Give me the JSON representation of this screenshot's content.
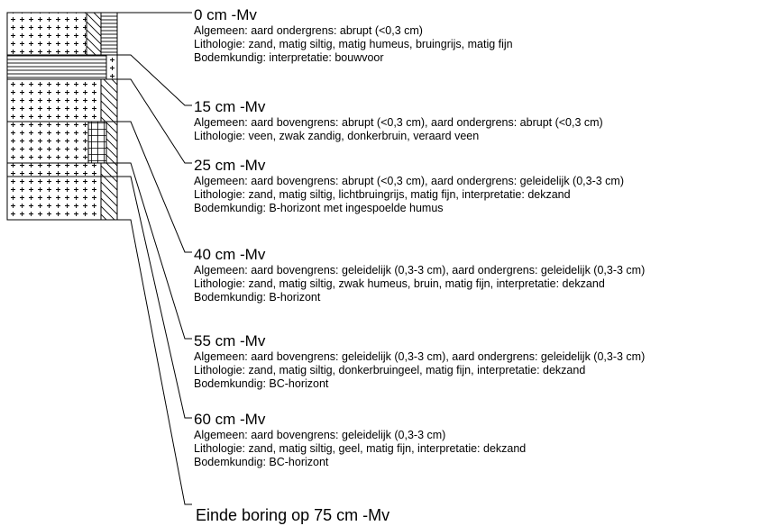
{
  "layers": [
    {
      "depth": "0 cm -Mv",
      "lines": [
        "Algemeen: aard ondergrens: abrupt (<0,3 cm)",
        "Lithologie: zand, matig siltig, matig humeus, bruingrijs, matig fijn",
        "Bodemkundig: interpretatie: bouwvoor"
      ]
    },
    {
      "depth": "15 cm -Mv",
      "lines": [
        "Algemeen: aard bovengrens: abrupt (<0,3 cm), aard ondergrens: abrupt (<0,3 cm)",
        "Lithologie: veen, zwak zandig, donkerbruin, veraard veen"
      ]
    },
    {
      "depth": "25 cm -Mv",
      "lines": [
        "Algemeen: aard bovengrens: abrupt (<0,3 cm), aard ondergrens: geleidelijk (0,3-3 cm)",
        "Lithologie: zand, matig siltig, lichtbruingrijs, matig fijn, interpretatie: dekzand",
        "Bodemkundig: B-horizont met ingespoelde humus"
      ]
    },
    {
      "depth": "40 cm -Mv",
      "lines": [
        "Algemeen: aard bovengrens: geleidelijk (0,3-3 cm), aard ondergrens: geleidelijk (0,3-3 cm)",
        "Lithologie: zand, matig siltig, zwak humeus, bruin, matig fijn, interpretatie: dekzand",
        "Bodemkundig: B-horizont"
      ]
    },
    {
      "depth": "55 cm -Mv",
      "lines": [
        "Algemeen: aard bovengrens: geleidelijk (0,3-3 cm), aard ondergrens: geleidelijk (0,3-3 cm)",
        "Lithologie: zand, matig siltig, donkerbruingeel, matig fijn, interpretatie: dekzand",
        "Bodemkundig: BC-horizont"
      ]
    },
    {
      "depth": "60 cm -Mv",
      "lines": [
        "Algemeen: aard bovengrens: geleidelijk (0,3-3 cm)",
        "Lithologie: zand, matig siltig, geel, matig fijn, interpretatie: dekzand",
        "Bodemkundig: BC-horizont"
      ]
    }
  ],
  "end_label": "Einde boring op 75 cm -Mv"
}
